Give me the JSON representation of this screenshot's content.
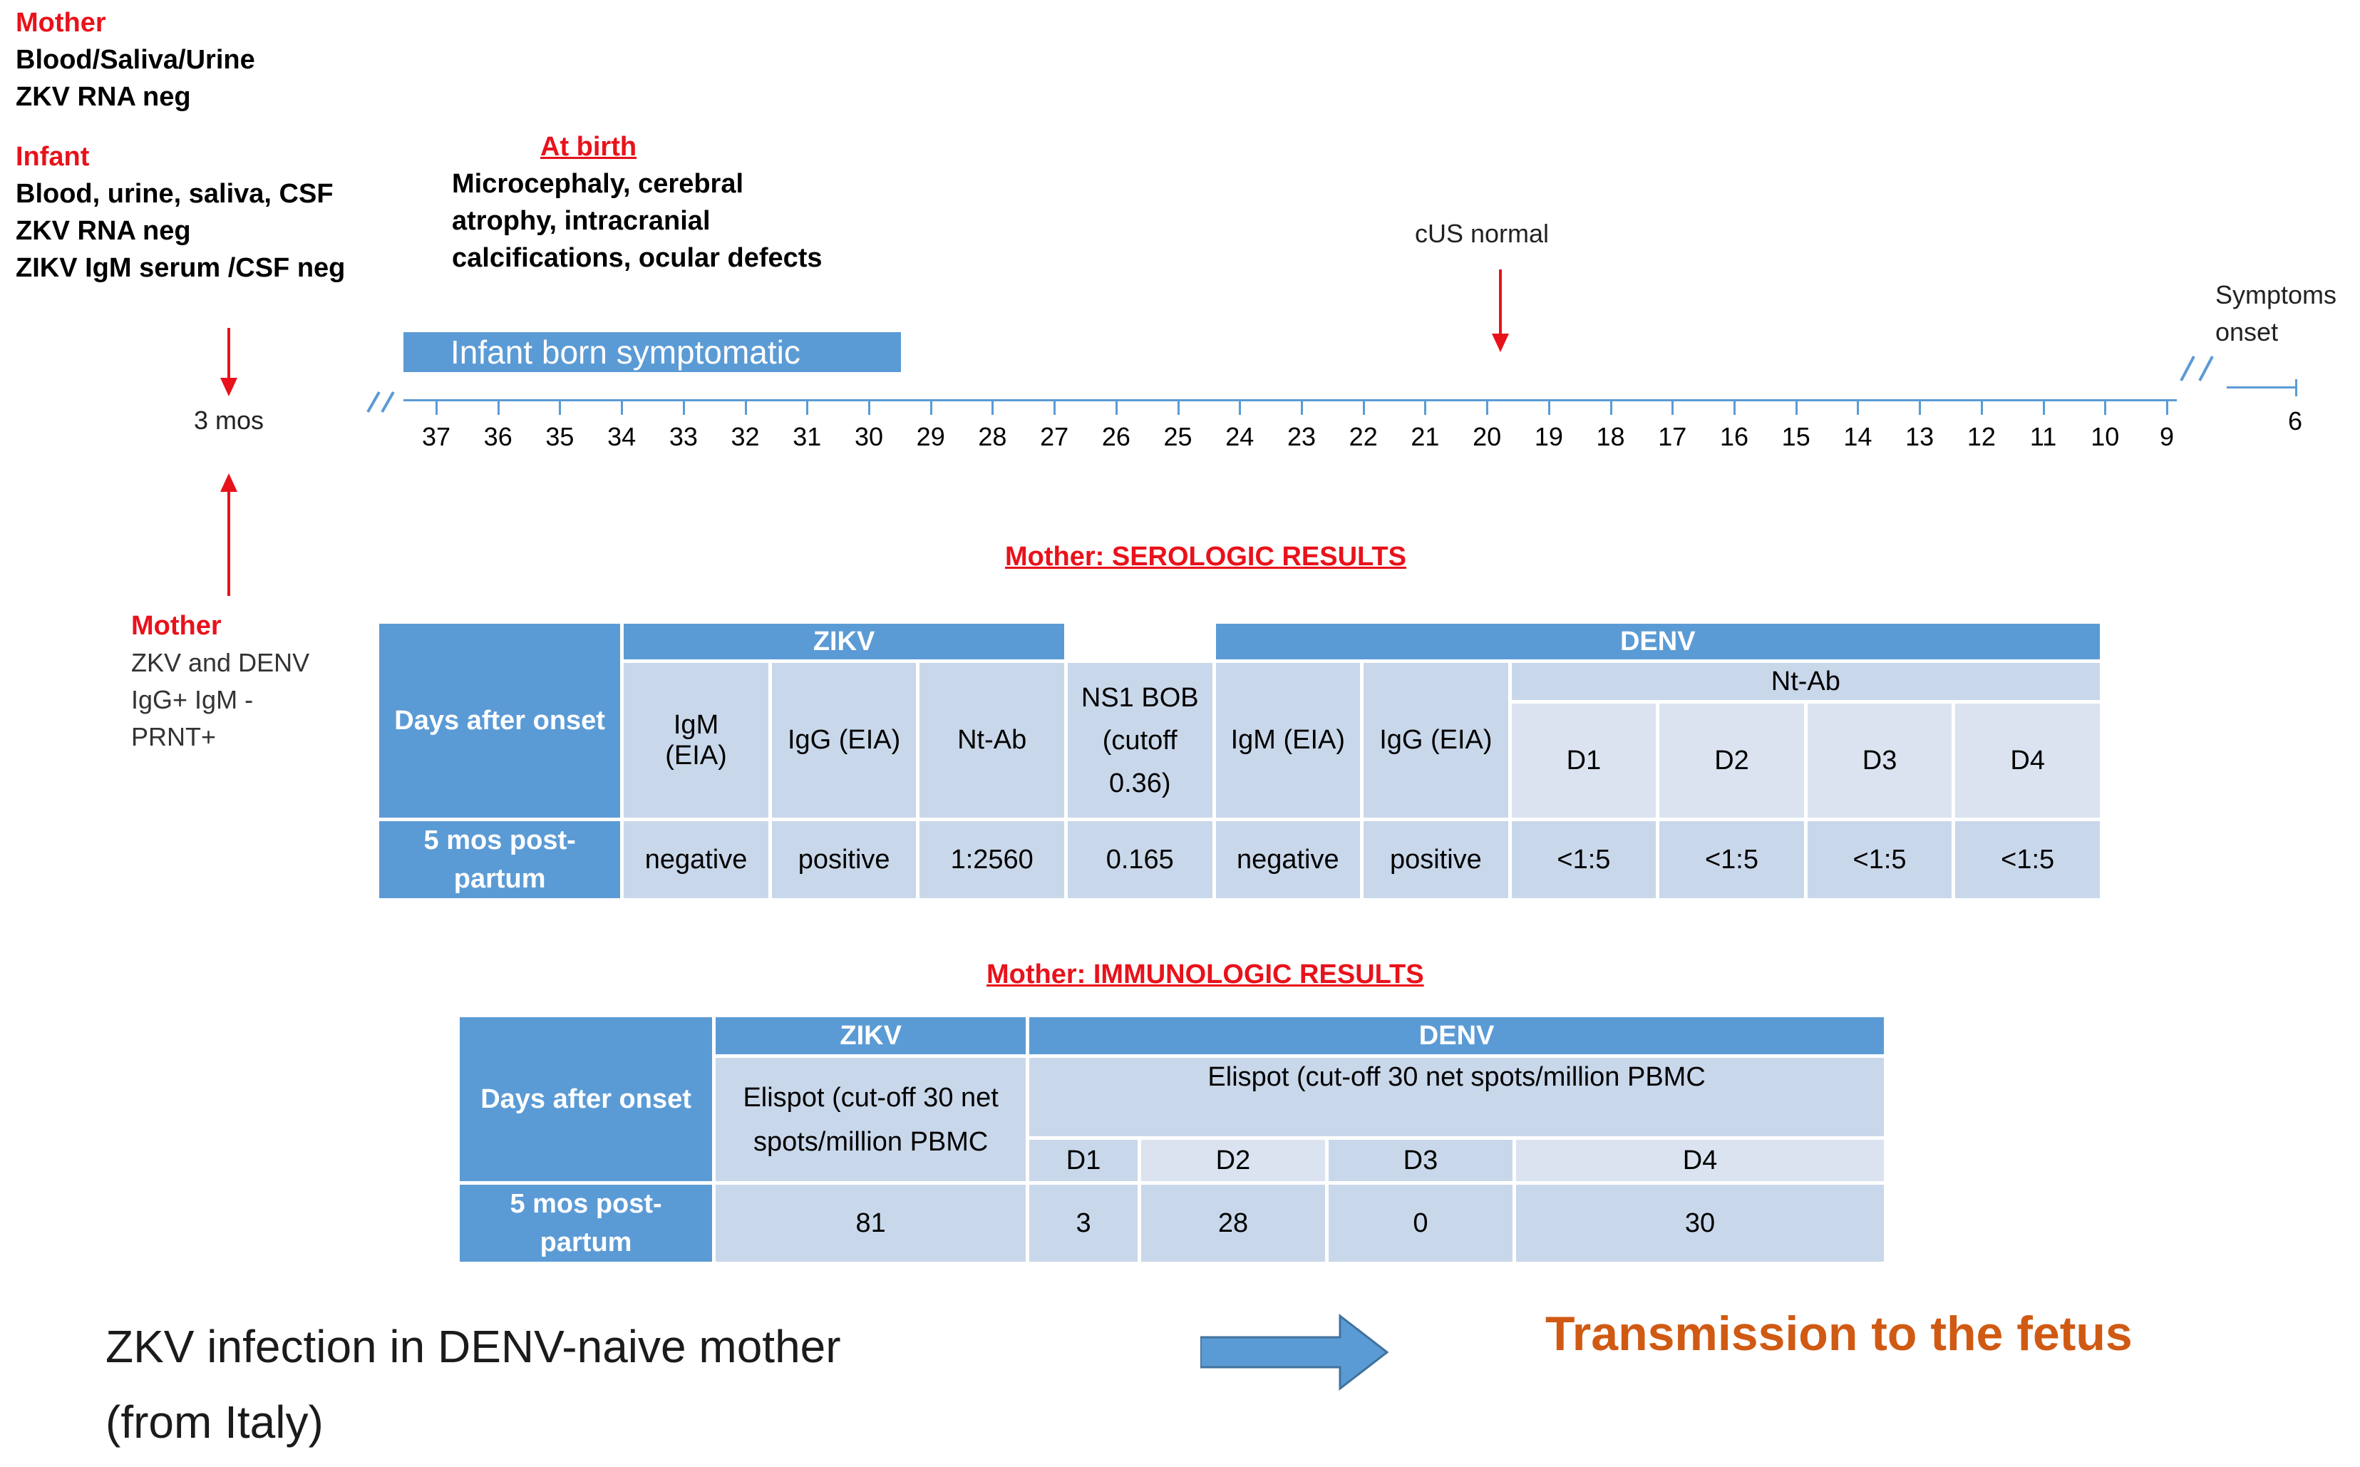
{
  "top_left": {
    "mother_title": "Mother",
    "mother_line1": "Blood/Saliva/Urine",
    "mother_line2": "ZKV RNA neg",
    "infant_title": "Infant",
    "infant_line1": "Blood, urine, saliva, CSF",
    "infant_line2": "ZKV RNA neg",
    "infant_line3": "ZIKV IgM serum /CSF neg"
  },
  "at_birth": {
    "title": "At birth",
    "line1": "Microcephaly, cerebral",
    "line2": "atrophy, intracranial",
    "line3": "calcifications, ocular defects"
  },
  "cus": "cUS normal",
  "symptoms": {
    "line1": "Symptoms",
    "line2": "onset"
  },
  "infant_bar": "Infant born symptomatic",
  "three_mos": "3 mos",
  "timeline_ticks": [
    "37",
    "36",
    "35",
    "34",
    "33",
    "32",
    "31",
    "30",
    "29",
    "28",
    "27",
    "26",
    "25",
    "24",
    "23",
    "22",
    "21",
    "20",
    "19",
    "18",
    "17",
    "16",
    "15",
    "14",
    "13",
    "12",
    "11",
    "10",
    "9"
  ],
  "timeline_last": "6",
  "mother_left": {
    "title": "Mother",
    "line1": "ZKV and DENV",
    "line2": "IgG+ IgM -",
    "line3": "PRNT+"
  },
  "serologic": {
    "heading": "Mother: SEROLOGIC  RESULTS",
    "days_after_onset": "Days after onset",
    "zikv": "ZIKV",
    "denv": "DENV",
    "ntab": "Nt-Ab",
    "col_igm_l1": "IgM",
    "col_igm_l2": "(EIA)",
    "col_igg": "IgG (EIA)",
    "col_ntab": "Nt-Ab",
    "col_ns1_l1": "NS1 BOB",
    "col_ns1_l2": "(cutoff",
    "col_ns1_l3": "0.36)",
    "col_denv_igm": "IgM (EIA)",
    "col_denv_igg": "IgG (EIA)",
    "d1": "D1",
    "d2": "D2",
    "d3": "D3",
    "d4": "D4",
    "row_label_l1": "5 mos post-",
    "row_label_l2": "partum",
    "values": [
      "negative",
      "positive",
      "1:2560",
      "0.165",
      "negative",
      "positive",
      "<1:5",
      "<1:5",
      "<1:5",
      "<1:5"
    ]
  },
  "immunologic": {
    "heading": "Mother: IMMUNOLOGIC  RESULTS",
    "days_after_onset": "Days after onset",
    "zikv": "ZIKV",
    "denv": "DENV",
    "zikv_elispot_l1": "Elispot (cut-off 30 net",
    "zikv_elispot_l2": "spots/million PBMC",
    "denv_elispot": "Elispot (cut-off 30 net spots/million PBMC",
    "d1": "D1",
    "d2": "D2",
    "d3": "D3",
    "d4": "D4",
    "row_label_l1": "5 mos post-",
    "row_label_l2": "partum",
    "values": [
      "81",
      "3",
      "28",
      "0",
      "30"
    ]
  },
  "bottom": {
    "line1": "ZKV infection in DENV-naive mother",
    "line2": "(from Italy)",
    "transmission": "Transmission to the fetus"
  },
  "colors": {
    "accent_blue": "#5b9bd5",
    "light_cell": "#c9d7ea",
    "red": "#e8121b",
    "orange": "#d05a13"
  }
}
